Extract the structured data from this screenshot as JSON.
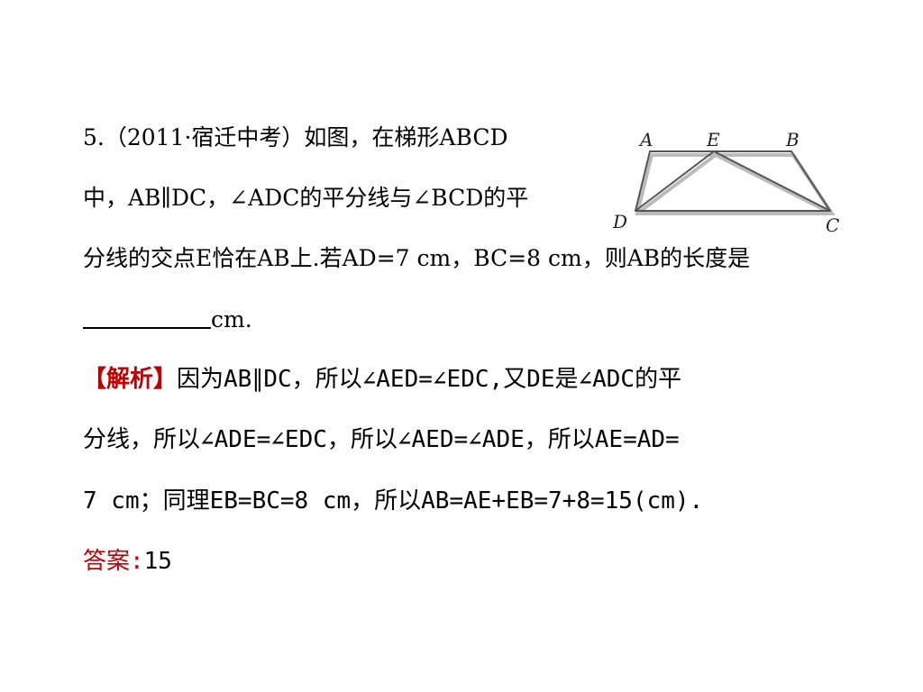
{
  "question": {
    "line1": "5.（2011·宿迁中考）如图，在梯形ABCD",
    "line2": "中，AB∥DC，∠ADC的平分线与∠BCD的平",
    "line3": "分线的交点E恰在AB上.若AD=7 cm，BC=8 cm，则AB的长度是",
    "line4_suffix": "cm."
  },
  "solution": {
    "bracket_label": "【解析】",
    "line1_text": "因为AB∥DC，所以∠AED=∠EDC,又DE是∠ADC的平",
    "line2": "分线，所以∠ADE=∠EDC，所以∠AED=∠ADE，所以AE=AD=",
    "line3": "7 cm；同理EB=BC=8 cm，所以AB=AE+EB=7+8=15(cm)."
  },
  "answer": {
    "label": "答案:",
    "value": "15"
  },
  "figure": {
    "labels": {
      "A": "A",
      "E": "E",
      "B": "B",
      "D": "D",
      "C": "C"
    },
    "colors": {
      "line": "#555555",
      "shadow": "#bbbbbb"
    }
  }
}
